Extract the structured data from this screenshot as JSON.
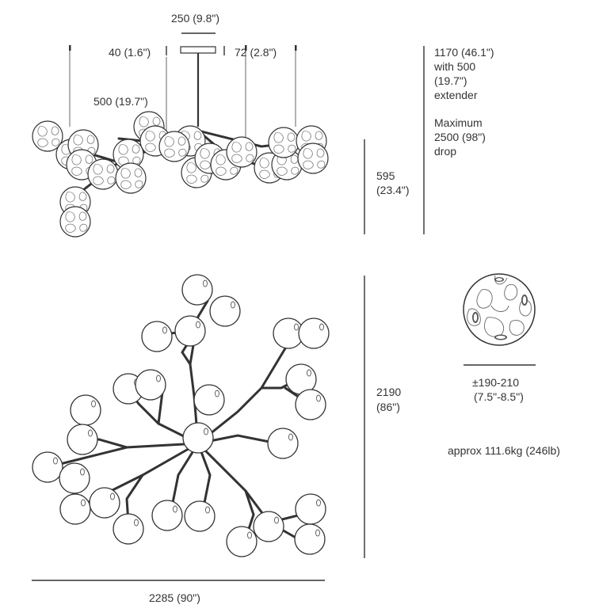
{
  "dimensions": {
    "canopy_width": "250 (9.8\")",
    "left_offset": "40 (1.6\")",
    "right_offset": "72 (2.8\")",
    "cable_length": "500 (19.7\")",
    "overall_height": [
      "1170 (46.1\")",
      "with 500",
      "(19.7\")",
      "extender"
    ],
    "max_drop": [
      "Maximum",
      "2500 (98\")",
      "drop"
    ],
    "body_height": [
      "595",
      "(23.4\")"
    ],
    "plan_depth": [
      "2190",
      "(86\")"
    ],
    "plan_width": "2285 (90\")",
    "globe_diameter": [
      "±190-210",
      "(7.5\"-8.5\")"
    ],
    "weight": "approx 111.6kg (246lb)"
  },
  "colors": {
    "line": "#333333",
    "globe_fill": "#f4f4f4"
  }
}
